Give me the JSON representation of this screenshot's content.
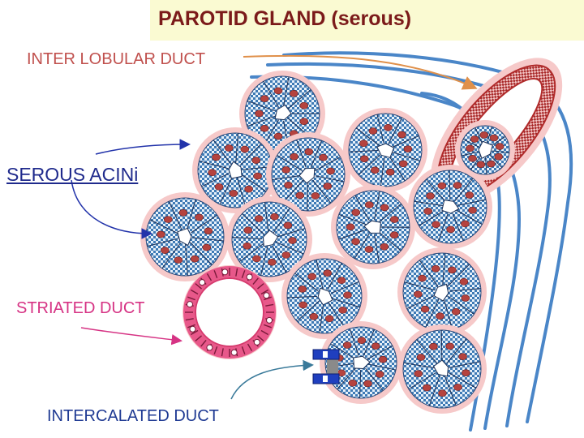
{
  "title": "PAROTID GLAND (serous)",
  "labels": {
    "interlobular_duct": "INTER LOBULAR DUCT",
    "serous_acini": "SEROUS ACINi",
    "striated_duct": "STRIATED  DUCT",
    "intercalated_duct": "INTERCALATED DUCT"
  },
  "colors": {
    "title_bg": "#fafad2",
    "title_text": "#7b1a1a",
    "interlobular_label": "#c0504d",
    "serous_label": "#1f2a8c",
    "striated_label": "#d63384",
    "intercalated_label": "#1f3a93",
    "acinus_halo": "#f6c9c9",
    "acinus_cell": "#4f86b8",
    "nucleus": "#b5433f",
    "striated_duct": "#e8588a",
    "interlobular_wall": "#b02a2a",
    "connective_lines": "#4a86c8"
  }
}
